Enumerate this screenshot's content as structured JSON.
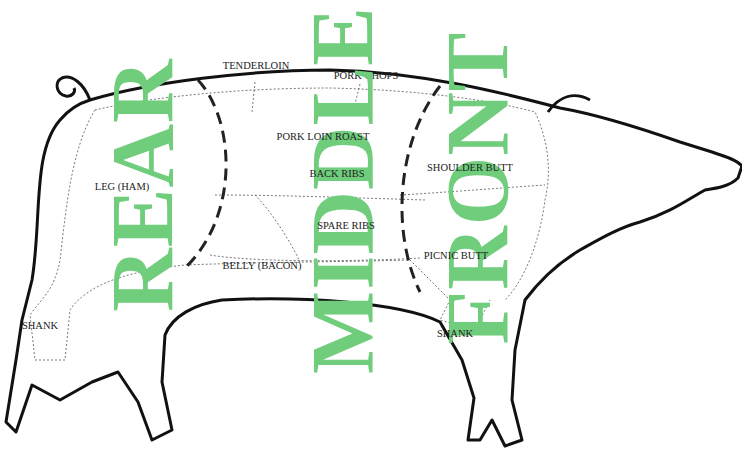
{
  "diagram": {
    "labels": [
      "TENDERLOIN",
      "PORK CHOPS",
      "REAR",
      "MIDDLE",
      "FRONT",
      "PORK LOIN ROAST",
      "LEG (HAM)",
      "SHOULDER BUTT",
      "BACK RIBS",
      "SPARE RIBS",
      "BELLY (BACON)",
      "PICNIC BUTT",
      "SHANK",
      "SHANK"
    ]
  }
}
